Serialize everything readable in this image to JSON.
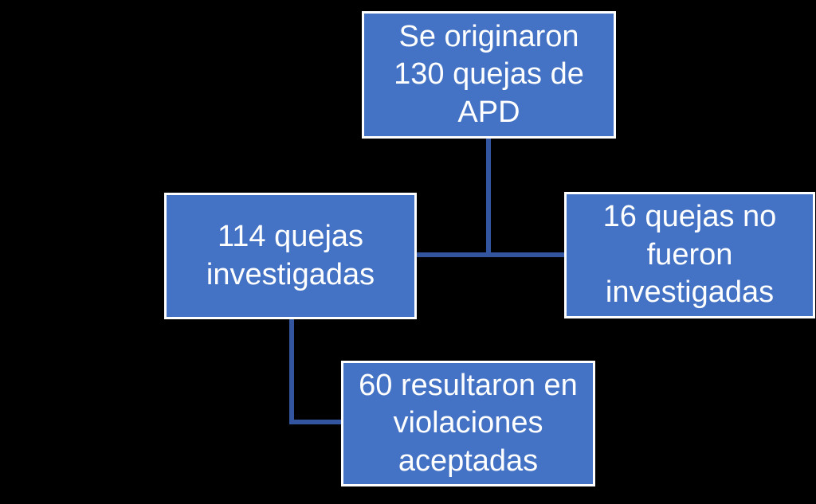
{
  "diagram": {
    "type": "flowchart",
    "background": "#000000",
    "box_fill": "#4472C4",
    "box_border_color": "#FFFFFF",
    "connector_color": "#3355A0",
    "text_color": "#FFFFFF",
    "nodes": [
      {
        "id": "apd-origin",
        "label": "Se originaron\n130 quejas de\nAPD"
      },
      {
        "id": "investigated",
        "label": "114 quejas\ninvestigadas"
      },
      {
        "id": "not-investigated",
        "label": "16 quejas no\nfueron\ninvestigadas"
      },
      {
        "id": "accepted-violations",
        "label": "60 resultaron en\nviolaciones\naceptadas"
      }
    ],
    "edges": [
      {
        "from": "apd-origin",
        "to": "investigated"
      },
      {
        "from": "apd-origin",
        "to": "not-investigated"
      },
      {
        "from": "investigated",
        "to": "accepted-violations"
      }
    ]
  }
}
